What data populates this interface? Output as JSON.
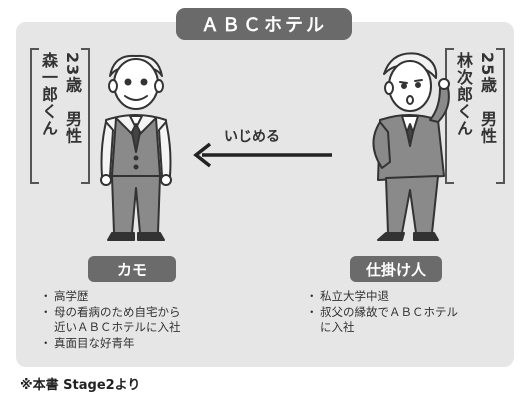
{
  "title": "ＡＢＣホテル",
  "arrow_label": "いじめる",
  "left_character": {
    "label_lines": [
      "23歳　男性",
      "森一郎くん"
    ],
    "role": "カモ",
    "bullets": [
      "高学歴",
      "母の看病のため自宅から\n近いＡＢＣホテルに入社",
      "真面目な好青年"
    ]
  },
  "right_character": {
    "label_lines": [
      "25歳　男性",
      "林次郎くん"
    ],
    "role": "仕掛け人",
    "bullets": [
      "私立大学中退",
      "叔父の縁故でＡＢＣホテル\nに入社"
    ]
  },
  "note": "※本書 Stage2より",
  "colors": {
    "panel": "#e6e6e6",
    "pill": "#6a6a6a",
    "chip": "#6b6b6b"
  }
}
